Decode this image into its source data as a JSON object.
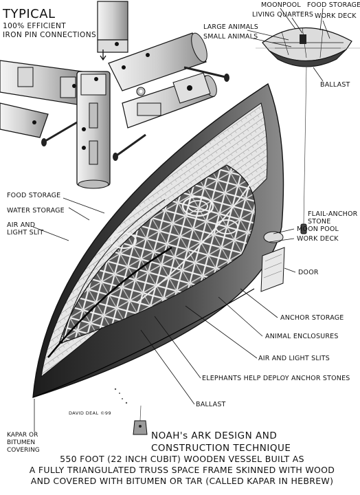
{
  "typical": {
    "title": "TYPICAL",
    "subtitle_line1": "100% EFFICIENT",
    "subtitle_line2": "IRON PIN CONNECTIONS"
  },
  "inset_labels": {
    "moonpool": "MOONPOOL",
    "food_storage": "FOOD STORAGE",
    "living_quarters": "LIVING QUARTERS",
    "work_deck": "WORK DECK",
    "large_animals": "LARGE ANIMALS",
    "small_animals": "SMALL ANIMALS",
    "ballast": "BALLAST"
  },
  "ark_labels": {
    "food_storage": "FOOD STORAGE",
    "water_storage": "WATER STORAGE",
    "air_light_slit_1": "AIR AND",
    "air_light_slit_2": "LIGHT SLIT",
    "flail_anchor_1": "FLAIL-ANCHOR",
    "flail_anchor_2": "STONE",
    "moon_pool": "MOON POOL",
    "work_deck": "WORK DECK",
    "door": "DOOR",
    "anchor_storage": "ANCHOR STORAGE",
    "animal_enclosures": "ANIMAL ENCLOSURES",
    "air_light_slits": "AIR AND LIGHT SLITS",
    "elephants": "ELEPHANTS HELP DEPLOY ANCHOR STONES",
    "ballast": "BALLAST"
  },
  "signature": "DAVID DEAL ©99",
  "kapar_note": {
    "line1": "KAPAR OR",
    "line2": "BITUMEN",
    "line3": "COVERING"
  },
  "title": {
    "line1": "NOAH's ARK DESIGN AND",
    "line2": "CONSTRUCTION TECHNIQUE"
  },
  "caption": {
    "line1": "550 FOOT (22 INCH CUBIT) WOODEN VESSEL BUILT AS",
    "line2": "A FULLY TRIANGULATED TRUSS SPACE FRAME SKINNED WITH WOOD",
    "line3": "AND COVERED WITH BITUMEN OR TAR (CALLED KAPAR IN HEBREW)"
  },
  "colors": {
    "ink": "#111111",
    "hull_dark": "#3a3a3a",
    "hull_mid": "#8a8a8a",
    "wood": "#d9d9d9",
    "paper": "#ffffff"
  }
}
